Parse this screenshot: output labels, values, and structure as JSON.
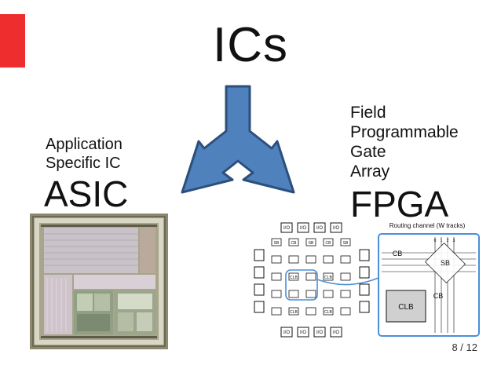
{
  "slide": {
    "title": "ICs",
    "left_subtitle_line1": "Application",
    "left_subtitle_line2": "Specific IC",
    "left_heading": "ASIC",
    "right_subtitle_line1": "Field",
    "right_subtitle_line2": "Programmable",
    "right_subtitle_line3": "Gate",
    "right_subtitle_line4": "Array",
    "right_heading": "FPGA",
    "page_number": "8 / 12"
  },
  "fpga_diagram": {
    "routing_label": "Routing channel (W tracks)",
    "io_label": "I/O",
    "cb_label": "CB",
    "sb_label": "SB",
    "clb_label": "CLB",
    "track_numbers": [
      "0",
      "1",
      "2",
      "3"
    ]
  },
  "colors": {
    "accent": "#ee2e2e",
    "arrow_fill": "#4f81bd",
    "arrow_stroke": "#2c4f7c",
    "highlight": "#4a90d9"
  },
  "icons": {
    "split_arrow": "split-arrow-icon",
    "asic_chip": "asic-die-photo",
    "fpga_architecture": "fpga-architecture-diagram"
  }
}
